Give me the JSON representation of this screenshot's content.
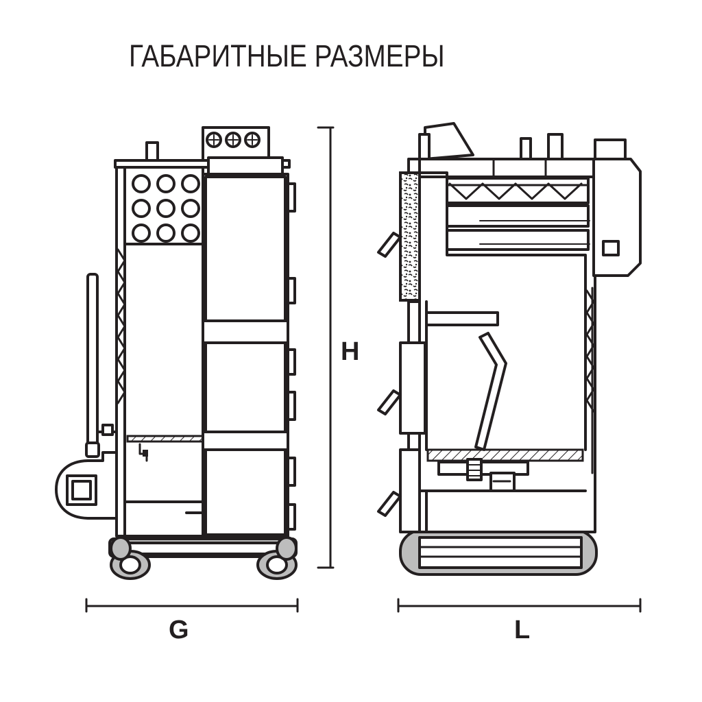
{
  "title": "ГАБАРИТНЫЕ РАЗМЕРЫ",
  "dimensions": {
    "width_label": "G",
    "length_label": "L",
    "height_label": "H"
  },
  "colors": {
    "line": "#231f20",
    "shade": "#bdbdbd",
    "background": "#ffffff"
  }
}
